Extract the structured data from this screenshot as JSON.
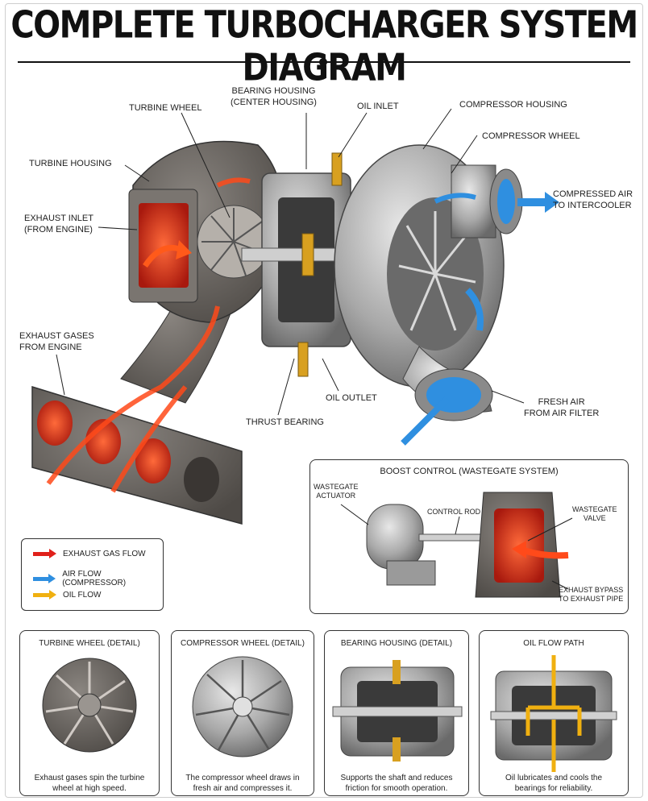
{
  "title": "COMPLETE TURBOCHARGER SYSTEM DIAGRAM",
  "labels": {
    "bearing_housing": "BEARING HOUSING\n(CENTER HOUSING)",
    "turbine_wheel": "TURBINE WHEEL",
    "oil_inlet": "OIL INLET",
    "compressor_housing": "COMPRESSOR HOUSING",
    "compressor_wheel": "COMPRESSOR WHEEL",
    "turbine_housing": "TURBINE HOUSING",
    "exhaust_inlet": "EXHAUST INLET\n(FROM ENGINE)",
    "compressed_air": "COMPRESSED AIR\nTO INTERCOOLER",
    "exhaust_gases": "EXHAUST GASES\nFROM ENGINE",
    "oil_outlet": "OIL OUTLET",
    "thrust_bearing": "THRUST BEARING",
    "fresh_air": "FRESH AIR\nFROM AIR FILTER"
  },
  "legend": [
    {
      "label": "EXHAUST GAS FLOW",
      "color": "#e0201a"
    },
    {
      "label": "AIR FLOW (COMPRESSOR)",
      "color": "#2f8fe0"
    },
    {
      "label": "OIL FLOW",
      "color": "#f0b010"
    }
  ],
  "boost": {
    "title": "BOOST CONTROL (WASTEGATE SYSTEM)",
    "actuator": "WASTEGATE\nACTUATOR",
    "control_rod": "CONTROL ROD",
    "valve": "WASTEGATE\nVALVE",
    "bypass": "EXHAUST BYPASS\nTO EXHAUST PIPE"
  },
  "panels": [
    {
      "title": "TURBINE WHEEL (DETAIL)",
      "caption": "Exhaust gases spin the turbine\nwheel at high speed."
    },
    {
      "title": "COMPRESSOR WHEEL (DETAIL)",
      "caption": "The compressor wheel draws in\nfresh air and compresses it."
    },
    {
      "title": "BEARING HOUSING (DETAIL)",
      "caption": "Supports the shaft and reduces\nfriction for smooth operation."
    },
    {
      "title": "OIL FLOW PATH",
      "caption": "Oil lubricates and cools the\nbearings for reliability."
    }
  ],
  "colors": {
    "exhaust": "#e0201a",
    "air": "#2f8fe0",
    "oil": "#f0b010",
    "metal": "#9a9a9a"
  }
}
